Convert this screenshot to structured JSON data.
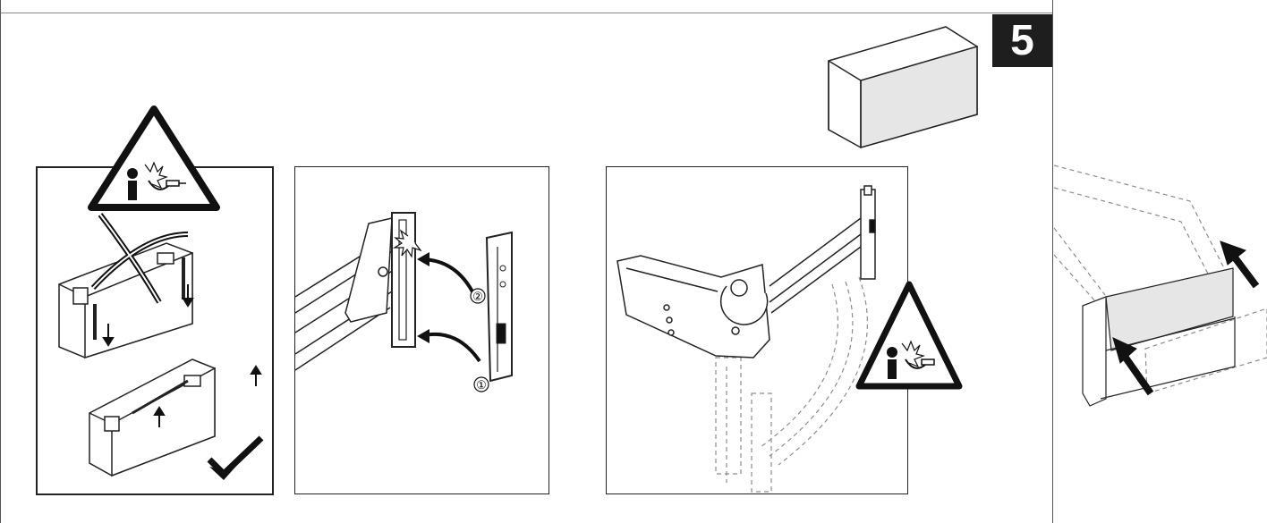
{
  "step": {
    "number": "5"
  },
  "panels": [
    {
      "name": "removal-warning-panel",
      "note_icons": [
        "warning-triangle-icon",
        "check-icon",
        "arrow-down-icon",
        "arrow-up-icon"
      ]
    },
    {
      "name": "arm-attach-panel",
      "markers": [
        "②",
        "①"
      ]
    },
    {
      "name": "lift-mechanism-panel",
      "note_icons": [
        "warning-triangle-icon"
      ]
    }
  ],
  "colors": {
    "line": "#222222",
    "dashed": "#8c8c8c",
    "fill_grey": "#e6e6e6",
    "badge": "#1e1e1e"
  }
}
